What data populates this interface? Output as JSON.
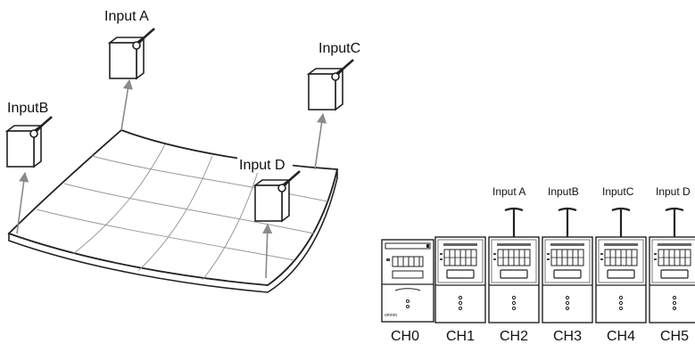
{
  "warp_diagram": {
    "labels": {
      "input_a": "Input A",
      "input_b": "InputB",
      "input_c": "InputC",
      "input_d": "Input D"
    }
  },
  "controller": {
    "input_labels": [
      "Input A",
      "InputB",
      "InputC",
      "Input D"
    ],
    "channels": [
      "CH0",
      "CH1",
      "CH2",
      "CH3",
      "CH4",
      "CH5"
    ],
    "brand": "omron"
  },
  "colors": {
    "line": "#222222",
    "arrow": "#8a8a8a",
    "grid": "#999999",
    "background": "#ffffff"
  }
}
